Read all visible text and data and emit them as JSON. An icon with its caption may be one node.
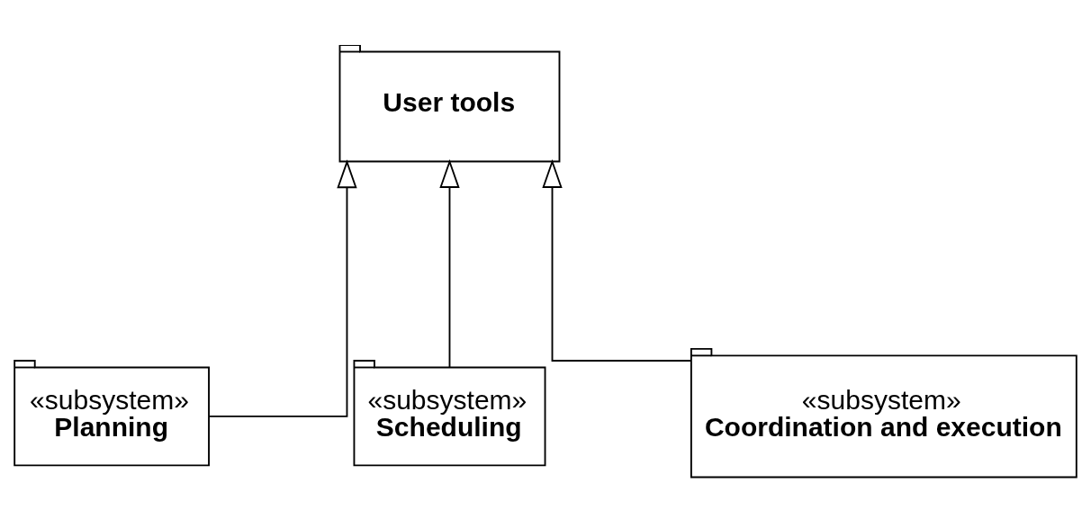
{
  "diagram": {
    "nodes": [
      {
        "text": [
          "User tools"
        ]
      },
      {
        "text": [
          "«subsystem»",
          "Planning"
        ]
      },
      {
        "text": [
          "«subsystem»",
          "Scheduling"
        ]
      },
      {
        "text": [
          "«subsystem»",
          "Coordination and execution"
        ]
      }
    ],
    "edges": [
      {
        "from": 1,
        "to": 0,
        "arrow": "to"
      },
      {
        "from": 2,
        "to": 0,
        "arrow": "to"
      },
      {
        "from": 3,
        "to": 0,
        "arrow": "to"
      }
    ]
  }
}
